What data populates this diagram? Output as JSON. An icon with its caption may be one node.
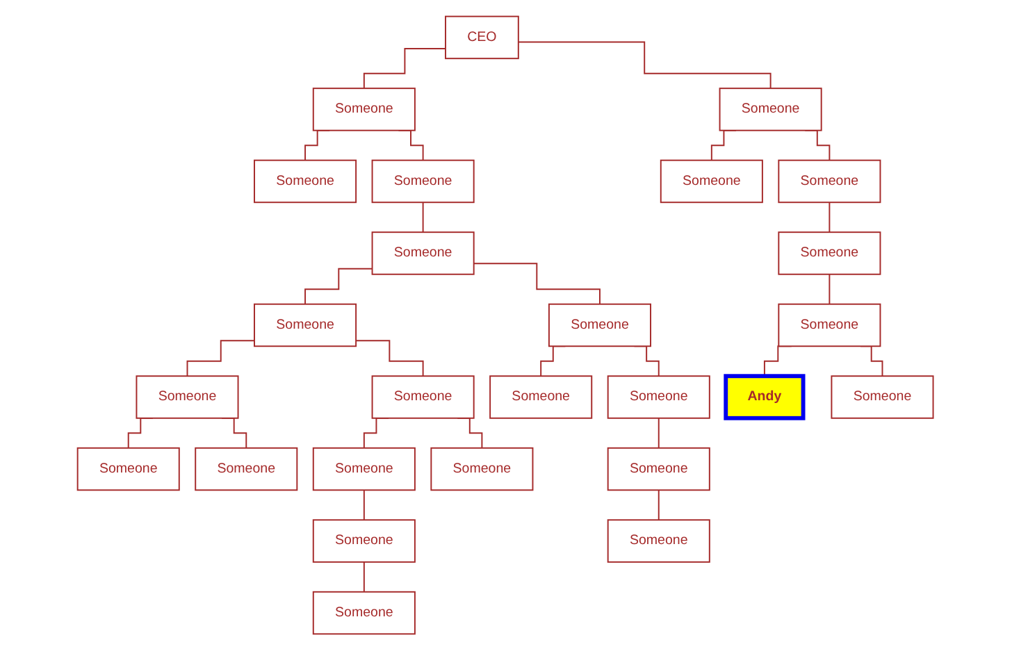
{
  "diagram": {
    "nodes": [
      {
        "text": [
          "CEO"
        ]
      },
      {
        "text": [
          "Someone"
        ]
      },
      {
        "text": [
          "Someone"
        ]
      },
      {
        "text": [
          "Someone"
        ]
      },
      {
        "text": [
          "Someone"
        ]
      },
      {
        "text": [
          "Someone"
        ]
      },
      {
        "text": [
          "Someone"
        ]
      },
      {
        "text": [
          "Someone"
        ]
      },
      {
        "text": [
          "Someone"
        ]
      },
      {
        "text": [
          "Someone"
        ]
      },
      {
        "text": [
          "Someone"
        ]
      },
      {
        "text": [
          "Someone"
        ]
      },
      {
        "text": [
          "Someone"
        ]
      },
      {
        "text": [
          "Someone"
        ]
      },
      {
        "text": [
          "Andy"
        ]
      },
      {
        "text": [
          "Someone"
        ]
      },
      {
        "text": [
          "Someone"
        ]
      },
      {
        "text": [
          "Someone"
        ]
      },
      {
        "text": [
          "Someone"
        ]
      },
      {
        "text": [
          "Someone"
        ]
      },
      {
        "text": [
          "Someone"
        ]
      },
      {
        "text": [
          "Someone"
        ]
      },
      {
        "text": [
          "Someone"
        ]
      },
      {
        "text": [
          "Someone"
        ]
      },
      {
        "text": [
          "Someone"
        ]
      },
      {
        "text": [
          "Someone"
        ]
      }
    ],
    "edges": [
      {
        "from": 0,
        "to": 1,
        "arrow": "none"
      },
      {
        "from": 0,
        "to": 2,
        "arrow": "none"
      },
      {
        "from": 1,
        "to": 3,
        "arrow": "none"
      },
      {
        "from": 1,
        "to": 4,
        "arrow": "none"
      },
      {
        "from": 2,
        "to": 5,
        "arrow": "none"
      },
      {
        "from": 2,
        "to": 6,
        "arrow": "none"
      },
      {
        "from": 4,
        "to": 7,
        "arrow": "none"
      },
      {
        "from": 6,
        "to": 8,
        "arrow": "none"
      },
      {
        "from": 7,
        "to": 9,
        "arrow": "none"
      },
      {
        "from": 7,
        "to": 10,
        "arrow": "none"
      },
      {
        "from": 8,
        "to": 11,
        "arrow": "none"
      },
      {
        "from": 9,
        "to": 12,
        "arrow": "none"
      },
      {
        "from": 9,
        "to": 13,
        "arrow": "none"
      },
      {
        "from": 11,
        "to": 14,
        "arrow": "none"
      },
      {
        "from": 11,
        "to": 15,
        "arrow": "none"
      },
      {
        "from": 12,
        "to": 16,
        "arrow": "none"
      },
      {
        "from": 12,
        "to": 17,
        "arrow": "none"
      },
      {
        "from": 13,
        "to": 18,
        "arrow": "none"
      },
      {
        "from": 13,
        "to": 19,
        "arrow": "none"
      },
      {
        "from": 10,
        "to": 20,
        "arrow": "none"
      },
      {
        "from": 10,
        "to": 21,
        "arrow": "none"
      },
      {
        "from": 18,
        "to": 22,
        "arrow": "none"
      },
      {
        "from": 22,
        "to": 23,
        "arrow": "none"
      },
      {
        "from": 21,
        "to": 24,
        "arrow": "none"
      },
      {
        "from": 24,
        "to": 25,
        "arrow": "none"
      }
    ]
  }
}
